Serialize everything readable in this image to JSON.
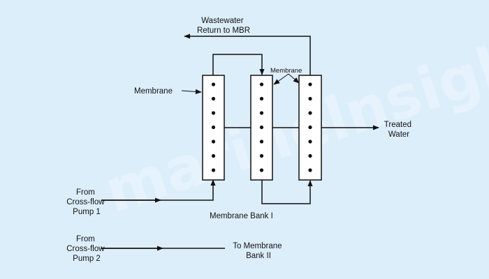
{
  "colors": {
    "background": "#ddeefb",
    "line": "#111111",
    "module_fill": "#ffffff"
  },
  "watermark": {
    "text": "marinelnsight"
  },
  "labels": {
    "wastewater_return": [
      "Wastewater",
      "Return to MBR"
    ],
    "membrane_left": "Membrane",
    "membrane_top": "Membrane",
    "treated_water": [
      "Treated",
      "Water"
    ],
    "from_pump_1": [
      "From",
      "Cross-flow",
      "Pump 1"
    ],
    "membrane_bank_1": "Membrane Bank I",
    "from_pump_2": [
      "From",
      "Cross-flow",
      "Pump 2"
    ],
    "to_membrane_bank_2": [
      "To Membrane",
      "Bank II"
    ]
  },
  "membrane_modules": {
    "count": 3,
    "dots_per_module": 7
  }
}
